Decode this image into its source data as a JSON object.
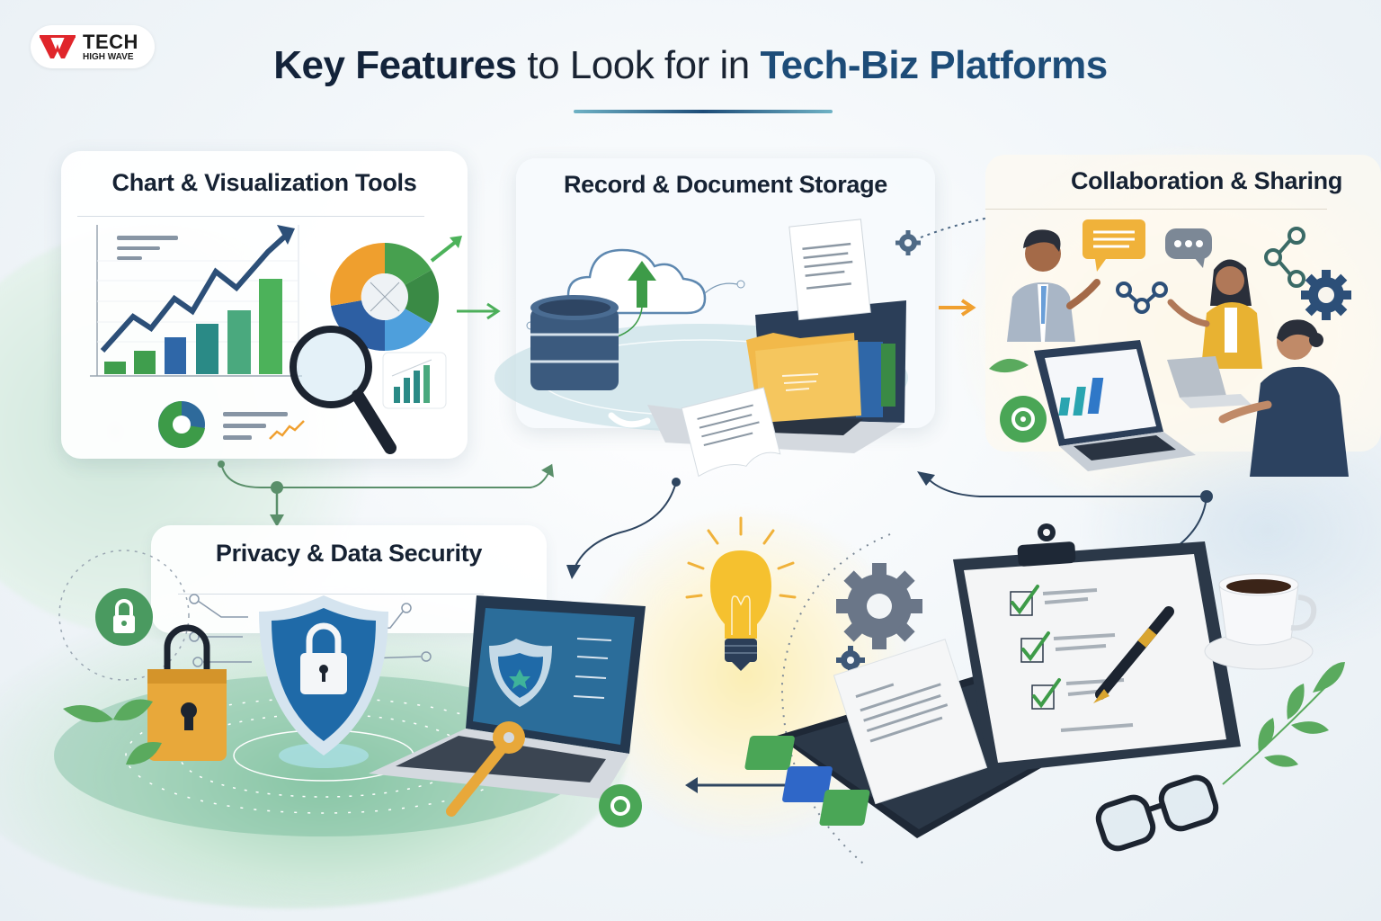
{
  "logo": {
    "main": "TECH",
    "sub": "HIGH WAVE",
    "mark_color": "#e0262b"
  },
  "header": {
    "title_bold": "Key Features",
    "title_light": " to Look for in ",
    "title_accent": "Tech-Biz Platforms"
  },
  "features": [
    {
      "id": "chart",
      "label": "Chart & Visualization Tools",
      "icons": [
        "line-chart-icon",
        "bar-chart-icon",
        "donut-chart-icon",
        "magnifier-icon",
        "trend-arrow-icon"
      ]
    },
    {
      "id": "storage",
      "label": "Record & Document Storage",
      "icons": [
        "cloud-upload-icon",
        "database-icon",
        "folder-icon",
        "laptop-icon",
        "document-icon"
      ]
    },
    {
      "id": "collab",
      "label": "Collaboration & Sharing",
      "icons": [
        "people-icon",
        "chat-bubble-icon",
        "share-icon",
        "gear-icon",
        "laptop-icon"
      ]
    },
    {
      "id": "privacy",
      "label": "Privacy & Data Security",
      "icons": [
        "shield-lock-icon",
        "padlock-icon",
        "key-icon",
        "laptop-icon",
        "lock-badge-icon"
      ]
    },
    {
      "id": "productivity",
      "label": "",
      "icons": [
        "lightbulb-icon",
        "gear-icon",
        "clipboard-checklist-icon",
        "pen-icon",
        "tablet-icon",
        "coffee-cup-icon",
        "glasses-icon"
      ]
    }
  ],
  "colors": {
    "title_dark": "#13233a",
    "title_accent": "#1d4c78",
    "green": "#4caf5a",
    "blue": "#2d5f8e",
    "orange": "#f0a030",
    "connector_green": "#5a8f6a",
    "connector_navy": "#2e4560"
  }
}
